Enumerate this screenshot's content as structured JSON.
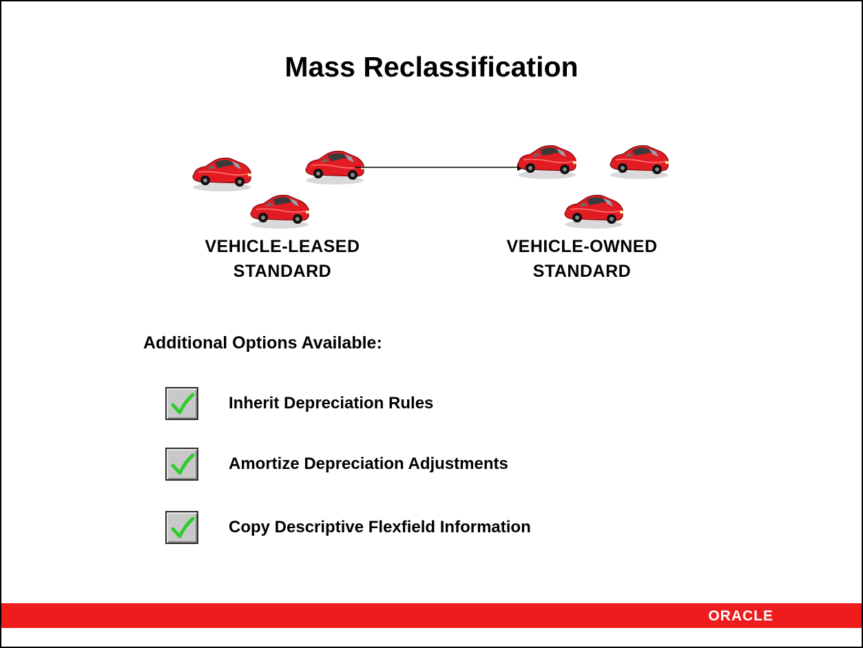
{
  "slide": {
    "title": "Mass Reclassification",
    "source_category": {
      "line1": "VEHICLE-LEASED",
      "line2": "STANDARD"
    },
    "target_category": {
      "line1": "VEHICLE-OWNED",
      "line2": "STANDARD"
    },
    "options_heading": "Additional Options Available:",
    "options": [
      {
        "label": "Inherit Depreciation Rules",
        "checked": true
      },
      {
        "label": "Amortize Depreciation Adjustments",
        "checked": true
      },
      {
        "label": "Copy Descriptive Flexfield Information",
        "checked": true
      }
    ],
    "footer_logo": "ORACLE",
    "colors": {
      "accent": "#ee1c1c",
      "car": "#e31b23",
      "check": "#2ecc2e"
    },
    "icons": [
      "car-icon",
      "arrow-icon",
      "checkmark-icon"
    ]
  }
}
